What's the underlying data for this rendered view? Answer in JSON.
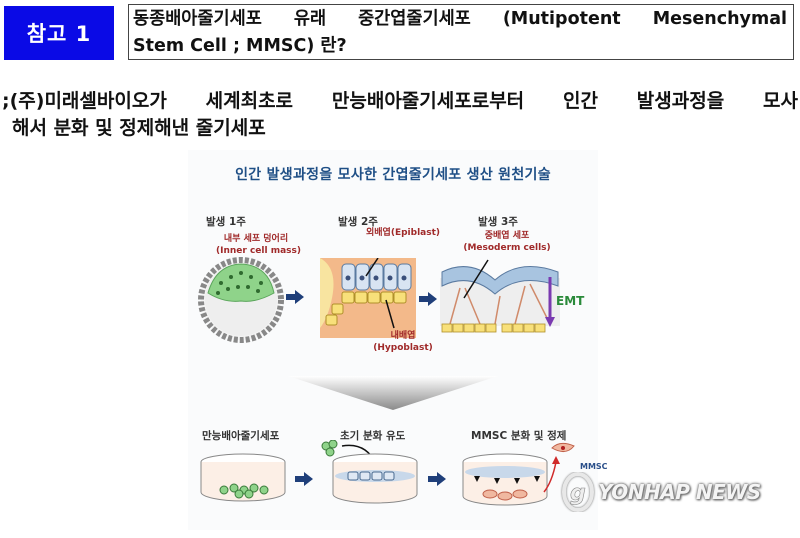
{
  "reference": {
    "badge_label": "참고 1",
    "badge_color": "#0a0ae6",
    "title_line1_parts": [
      "동종배아줄기세포",
      "유래",
      "중간엽줄기세포",
      "(Mutipotent",
      "Mesenchymal"
    ],
    "title_line2": "Stem Cell ; MMSC) 란?"
  },
  "description": {
    "line1_parts": [
      ";(주)미래셀바이오가",
      "세계최초로",
      "만능배아줄기세포로부터",
      "인간",
      "발생과정을",
      "모사"
    ],
    "line2": "해서 분화 및 정제해낸 줄기세포"
  },
  "figure": {
    "title": "인간 발생과정을 모사한 간엽줄기세포 생산 원천기술",
    "title_color": "#1f4f86",
    "stages": [
      {
        "label": "발생 1주",
        "annotation_ko": "내부 세포 덩어리",
        "annotation_en": "(Inner cell mass)"
      },
      {
        "label": "발생 2주",
        "annotation_ko": "외배엽(Epiblast)",
        "annotation2_ko": "내배엽",
        "annotation2_en": "(Hypoblast)"
      },
      {
        "label": "발생 3주",
        "annotation_ko": "중배엽 세포",
        "annotation_en": "(Mesoderm cells)",
        "side_label": "EMT"
      }
    ],
    "process": [
      {
        "label": "만능배아줄기세포"
      },
      {
        "label": "초기 분화 유도"
      },
      {
        "label": "MMSC 분화 및 정제",
        "side_label": "MMSC"
      }
    ]
  },
  "watermark": {
    "text": "YONHAP NEWS"
  }
}
